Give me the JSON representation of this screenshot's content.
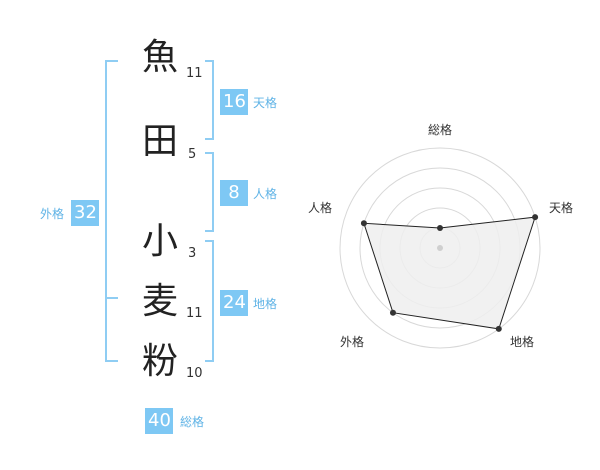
{
  "name": {
    "chars": [
      {
        "char": "魚",
        "strokes": "11"
      },
      {
        "char": "田",
        "strokes": "5"
      },
      {
        "char": "小",
        "strokes": "3"
      },
      {
        "char": "麦",
        "strokes": "11"
      },
      {
        "char": "粉",
        "strokes": "10"
      }
    ]
  },
  "kakusu": {
    "tenkaku": {
      "value": "16",
      "label": "天格"
    },
    "jinkaku": {
      "value": "8",
      "label": "人格"
    },
    "chikaku": {
      "value": "24",
      "label": "地格"
    },
    "gaikaku": {
      "value": "32",
      "label": "外格"
    },
    "soukaku": {
      "value": "40",
      "label": "総格"
    }
  },
  "colors": {
    "accent": "#7ec8f4",
    "bracket": "#8fcdf3",
    "label": "#5fb3e6",
    "radar_fill": "#efefef",
    "radar_line": "#222222"
  },
  "chart_data": {
    "type": "radar",
    "axes": [
      "総格",
      "天格",
      "地格",
      "外格",
      "人格"
    ],
    "values": [
      1,
      5,
      5,
      4,
      4
    ],
    "range": [
      0,
      5
    ],
    "rings": 5
  }
}
